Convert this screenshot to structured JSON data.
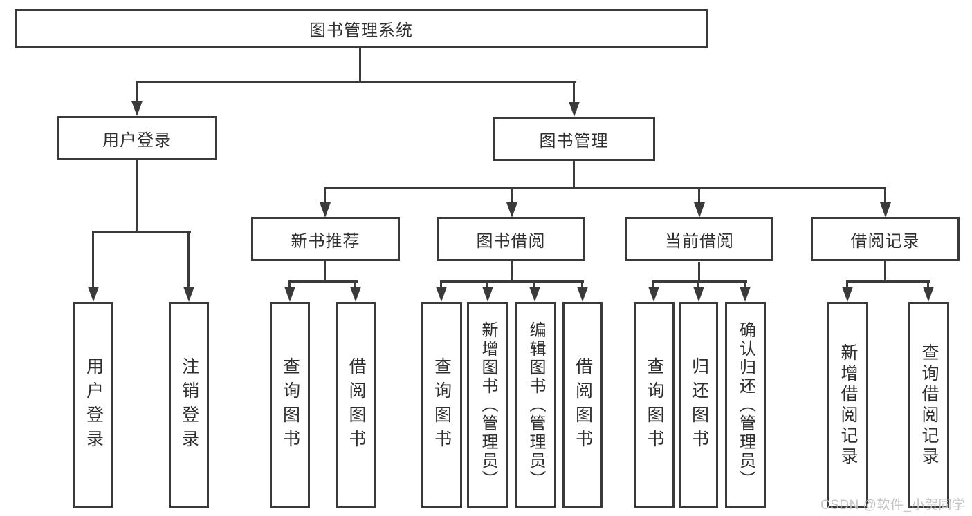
{
  "colors": {
    "line": "#3a3a3a",
    "text": "#2f2f2f",
    "box_bg": "#ffffff",
    "page_bg": "#ffffff",
    "watermark": "#c4c4c4"
  },
  "watermark": {
    "text": "CSDN @软件_小贺同学"
  },
  "nodes": {
    "root": {
      "label": "图书管理系统"
    },
    "user_login": {
      "label": "用户登录"
    },
    "book_mgmt": {
      "label": "图书管理"
    },
    "new_books": {
      "label": "新书推荐"
    },
    "book_borrow": {
      "label": "图书借阅"
    },
    "current_borrow": {
      "label": "当前借阅"
    },
    "borrow_records": {
      "label": "借阅记录"
    },
    "leaf_user_login": {
      "label": "用户登录"
    },
    "leaf_logout": {
      "label": "注销登录"
    },
    "leaf_query_books_1": {
      "label": "查询图书"
    },
    "leaf_borrow_books_1": {
      "label": "借阅图书"
    },
    "leaf_query_books_2": {
      "label": "查询图书"
    },
    "leaf_add_books": {
      "label": "新增图书（管理员）"
    },
    "leaf_edit_books": {
      "label": "编辑图书（管理员）"
    },
    "leaf_borrow_books_2": {
      "label": "借阅图书"
    },
    "leaf_query_books_3": {
      "label": "查询图书"
    },
    "leaf_return_books": {
      "label": "归还图书"
    },
    "leaf_confirm_return": {
      "label": "确认归还（管理员）"
    },
    "leaf_add_record": {
      "label": "新增借阅记录"
    },
    "leaf_query_record": {
      "label": "查询借阅记录"
    }
  }
}
